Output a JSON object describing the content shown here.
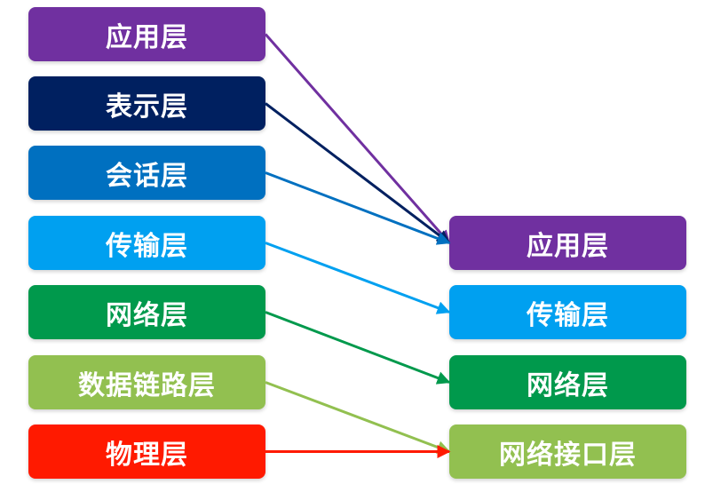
{
  "osi_layers": [
    {
      "label": "应用层",
      "color": "#7030a0"
    },
    {
      "label": "表示层",
      "color": "#002060"
    },
    {
      "label": "会话层",
      "color": "#0070c0"
    },
    {
      "label": "传输层",
      "color": "#00a0f0"
    },
    {
      "label": "网络层",
      "color": "#00994c"
    },
    {
      "label": "数据链路层",
      "color": "#92c050"
    },
    {
      "label": "物理层",
      "color": "#ff1a00"
    }
  ],
  "tcpip_layers": [
    {
      "label": "应用层",
      "color": "#7030a0"
    },
    {
      "label": "传输层",
      "color": "#00a0f0"
    },
    {
      "label": "网络层",
      "color": "#00994c"
    },
    {
      "label": "网络接口层",
      "color": "#92c050"
    }
  ],
  "mappings": [
    {
      "from": 0,
      "to": 0,
      "color": "#7030a0"
    },
    {
      "from": 1,
      "to": 0,
      "color": "#002060"
    },
    {
      "from": 2,
      "to": 0,
      "color": "#0070c0"
    },
    {
      "from": 3,
      "to": 1,
      "color": "#00a0f0"
    },
    {
      "from": 4,
      "to": 2,
      "color": "#00994c"
    },
    {
      "from": 5,
      "to": 3,
      "color": "#92c050"
    },
    {
      "from": 6,
      "to": 3,
      "color": "#ff1a00"
    }
  ]
}
